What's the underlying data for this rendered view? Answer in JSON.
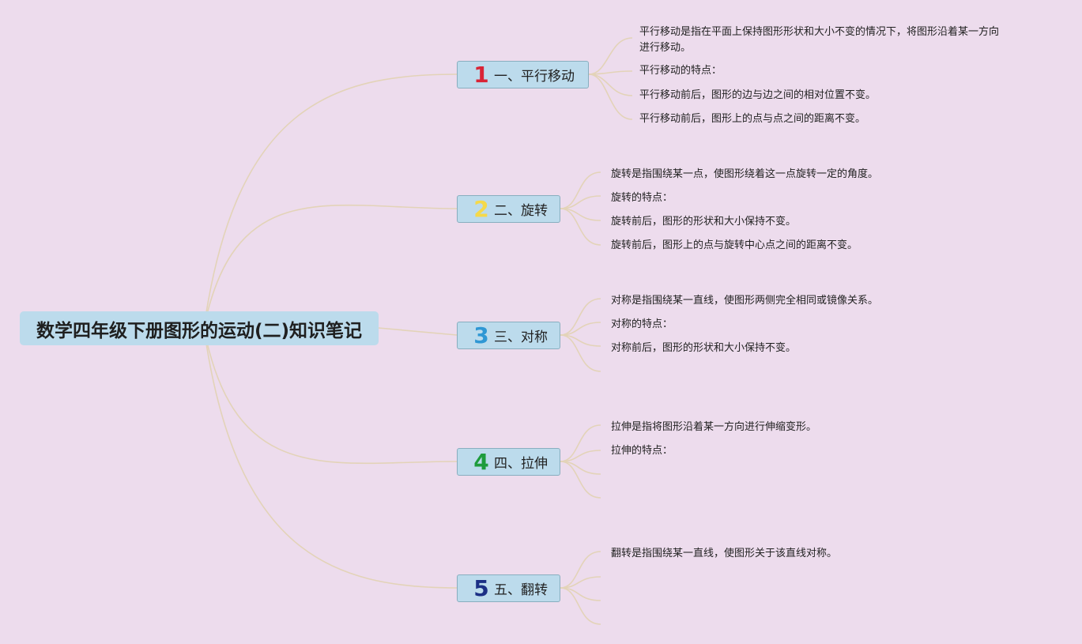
{
  "root": {
    "title": "数学四年级下册图形的运动(二)知识笔记"
  },
  "colors": {
    "background": "#eddced",
    "node_fill": "#bcdbec",
    "connector": "#e3d3b8"
  },
  "branches": [
    {
      "number": "1",
      "number_color": "#d92436",
      "label": "一、平行移动",
      "leaves": [
        "平行移动是指在平面上保持图形形状和大小不变的情况下，将图形沿着某一方向",
        "进行移动。",
        "平行移动的特点：",
        "平行移动前后，图形的边与边之间的相对位置不变。",
        "平行移动前后，图形上的点与点之间的距离不变。"
      ]
    },
    {
      "number": "2",
      "number_color": "#f5d94a",
      "label": "二、旋转",
      "leaves": [
        "旋转是指围绕某一点，使图形绕着这一点旋转一定的角度。",
        "旋转的特点：",
        "旋转前后，图形的形状和大小保持不变。",
        "旋转前后，图形上的点与旋转中心点之间的距离不变。"
      ]
    },
    {
      "number": "3",
      "number_color": "#2f97d4",
      "label": "三、对称",
      "leaves": [
        "对称是指围绕某一直线，使图形两侧完全相同或镜像关系。",
        "对称的特点：",
        "对称前后，图形的形状和大小保持不变。"
      ]
    },
    {
      "number": "4",
      "number_color": "#1e9c3c",
      "label": "四、拉伸",
      "leaves": [
        "拉伸是指将图形沿着某一方向进行伸缩变形。",
        "拉伸的特点："
      ]
    },
    {
      "number": "5",
      "number_color": "#1b2f85",
      "label": "五、翻转",
      "leaves": [
        "翻转是指围绕某一直线，使图形关于该直线对称。"
      ]
    }
  ]
}
